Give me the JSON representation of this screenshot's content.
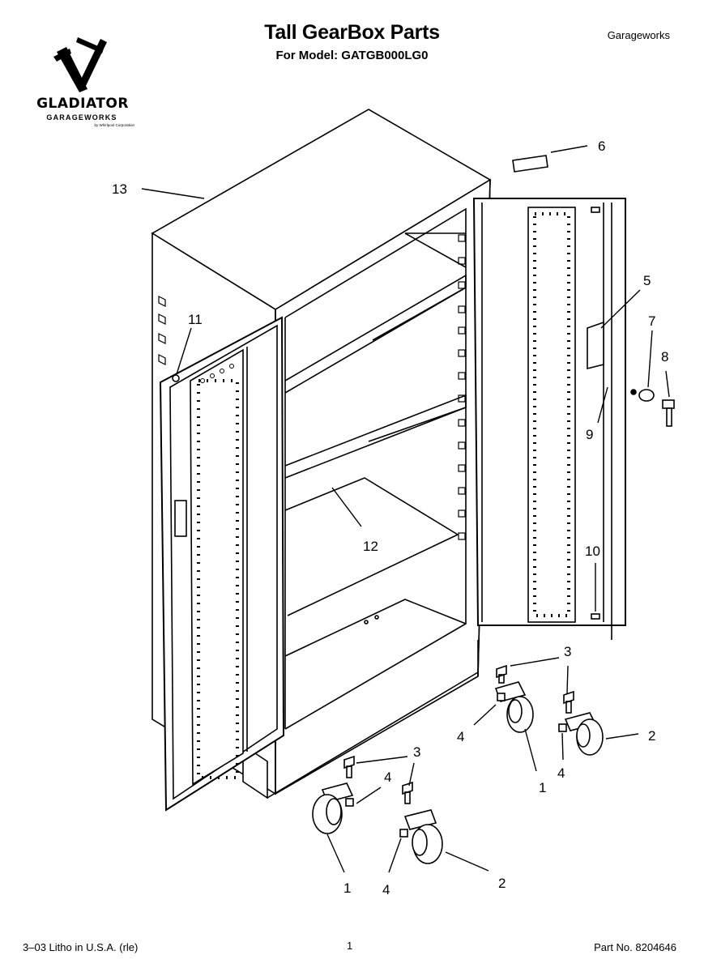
{
  "header": {
    "title": "Tall GearBox Parts",
    "subtitle": "For Model: GATGB000LG0",
    "brand": "Garageworks"
  },
  "logo": {
    "word": "GLADIATOR",
    "sub": "GARAGEWORKS",
    "sub2": "by Whirlpool Corporation",
    "icon": "crossed-hammers-icon"
  },
  "callouts": {
    "c1a": "1",
    "c1b": "1",
    "c2a": "2",
    "c2b": "2",
    "c3a": "3",
    "c3b": "3",
    "c4a": "4",
    "c4b": "4",
    "c4c": "4",
    "c4d": "4",
    "c5": "5",
    "c6": "6",
    "c7": "7",
    "c8": "8",
    "c9": "9",
    "c10": "10",
    "c11": "11",
    "c12": "12",
    "c13": "13"
  },
  "footer": {
    "left": "3–03 Litho in U.S.A. (rle)",
    "page": "1",
    "part": "Part No. 8204646"
  }
}
